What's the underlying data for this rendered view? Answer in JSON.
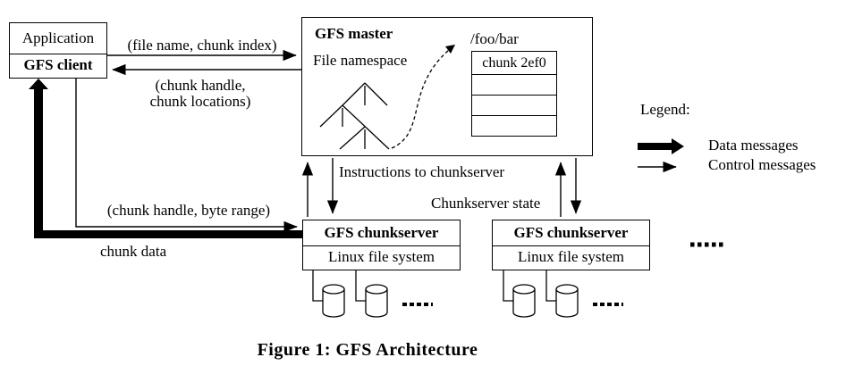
{
  "figure": {
    "caption": "Figure 1: GFS Architecture"
  },
  "client": {
    "application": "Application",
    "gfs_client": "GFS client"
  },
  "master": {
    "title": "GFS master",
    "file_namespace": "File namespace",
    "file_path": "/foo/bar",
    "chunk_id": "chunk 2ef0"
  },
  "messages": {
    "file_name_chunk_index": "(file name, chunk index)",
    "chunk_handle_line1": "(chunk handle,",
    "chunk_handle_line2": "chunk locations)",
    "instructions_to_chunkserver": "Instructions to chunkserver",
    "chunkserver_state": "Chunkserver state",
    "chunk_handle_byte_range": "(chunk handle, byte range)",
    "chunk_data": "chunk data"
  },
  "chunkservers": [
    {
      "title": "GFS chunkserver",
      "fs": "Linux file system"
    },
    {
      "title": "GFS chunkserver",
      "fs": "Linux file system"
    }
  ],
  "legend": {
    "title": "Legend:",
    "data_messages": "Data messages",
    "control_messages": "Control messages"
  },
  "colors": {
    "ink": "#000000",
    "background": "#ffffff"
  }
}
